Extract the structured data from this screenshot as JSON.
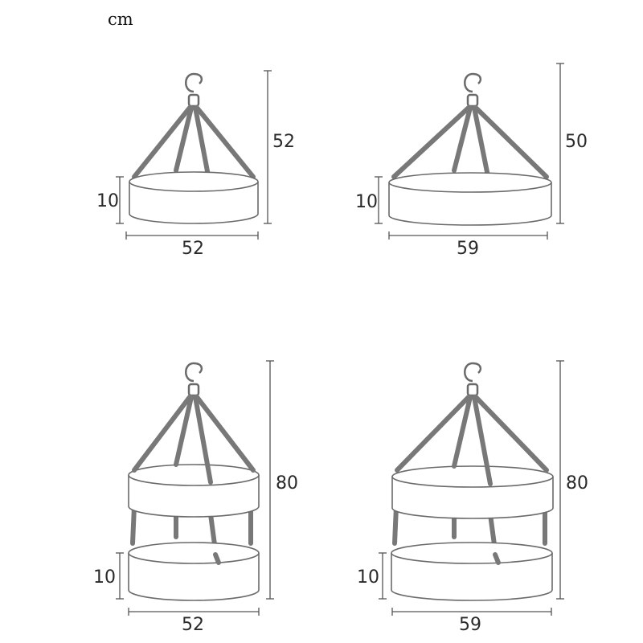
{
  "unit": "cm",
  "colors": {
    "outline": "#6a6a6a",
    "strap": "#787878",
    "dimension": "#555555"
  },
  "dryers": [
    {
      "id": "single-small",
      "tiers": 1,
      "height": "52",
      "tier_height": "10",
      "diameter": "52"
    },
    {
      "id": "single-large",
      "tiers": 1,
      "height": "50",
      "tier_height": "10",
      "diameter": "59"
    },
    {
      "id": "double-small",
      "tiers": 2,
      "height": "80",
      "tier_height": "10",
      "diameter": "52"
    },
    {
      "id": "double-large",
      "tiers": 2,
      "height": "80",
      "tier_height": "10",
      "diameter": "59"
    }
  ]
}
